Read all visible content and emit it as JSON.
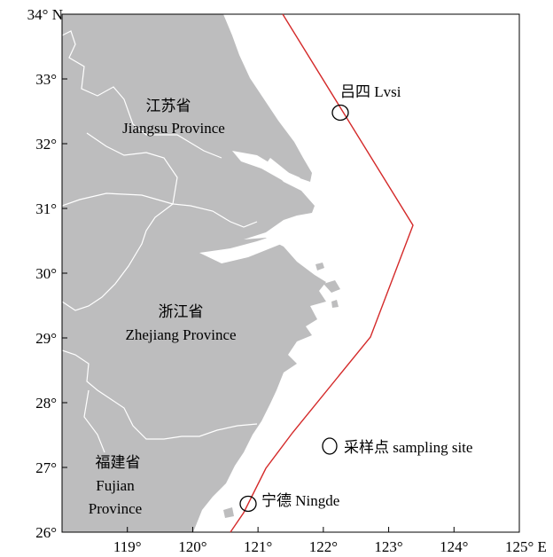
{
  "axes": {
    "lat_ticks": [
      {
        "label": "34° N",
        "value": 34
      },
      {
        "label": "33°",
        "value": 33
      },
      {
        "label": "32°",
        "value": 32
      },
      {
        "label": "31°",
        "value": 31
      },
      {
        "label": "30°",
        "value": 30
      },
      {
        "label": "29°",
        "value": 29
      },
      {
        "label": "28°",
        "value": 28
      },
      {
        "label": "27°",
        "value": 27
      },
      {
        "label": "26°",
        "value": 26
      }
    ],
    "lon_ticks": [
      {
        "label": "119°",
        "value": 119
      },
      {
        "label": "120°",
        "value": 120
      },
      {
        "label": "121°",
        "value": 121
      },
      {
        "label": "122°",
        "value": 122
      },
      {
        "label": "123°",
        "value": 123
      },
      {
        "label": "124°",
        "value": 124
      },
      {
        "label": "125° E",
        "value": 125
      }
    ],
    "lon_range": [
      118,
      125
    ],
    "lat_range": [
      26,
      34
    ]
  },
  "provinces": {
    "jiangsu": {
      "zh": "江苏省",
      "en": "Jiangsu Province"
    },
    "zhejiang": {
      "zh": "浙江省",
      "en": "Zhejiang Province"
    },
    "fujian": {
      "zh": "福建省",
      "en_line1": "Fujian",
      "en_line2": "Province"
    }
  },
  "sites": {
    "lvsi": {
      "label": "吕四 Lvsi"
    },
    "ningde": {
      "label": "宁德 Ningde"
    }
  },
  "legend": {
    "label": "采样点 sampling site"
  },
  "colors": {
    "land": "#bdbdbe",
    "boundary": "#ffffff",
    "line": "#d42a2a",
    "frame": "#000000"
  }
}
